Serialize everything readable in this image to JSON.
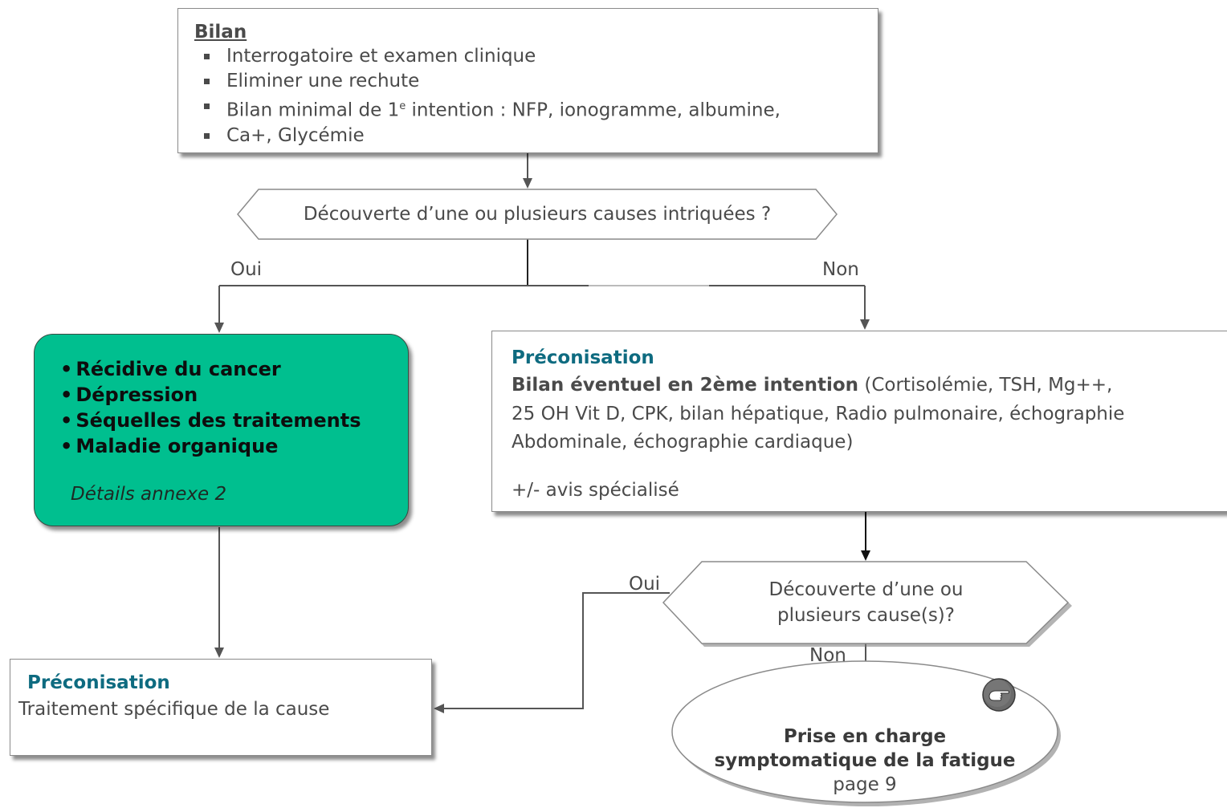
{
  "bilan": {
    "title": "Bilan",
    "items": [
      "Interrogatoire et examen clinique",
      "Eliminer une rechute",
      "Bilan minimal de 1",
      "Ca+, Glycémie"
    ],
    "item3_sup": "e",
    "item3_rest": " intention : NFP, ionogramme, albumine,"
  },
  "decision1": {
    "text": "Découverte d’une ou plusieurs causes intriquées ?"
  },
  "branch1": {
    "yes_label": "Oui",
    "no_label": "Non"
  },
  "green_box": {
    "items": [
      "Récidive du cancer",
      "Dépression",
      "Séquelles des traitements",
      "Maladie organique"
    ],
    "note": "Détails annexe 2",
    "color": "#00bf8f"
  },
  "precon_right": {
    "title": "Préconisation",
    "bold_line": "Bilan éventuel en 2ème intention",
    "line1_rest": " (Cortisolémie, TSH, Mg++,",
    "line2": "25 OH Vit D, CPK, bilan hépatique, Radio pulmonaire, échographie",
    "line3": "Abdominale, échographie  cardiaque)",
    "line4": "+/- avis spécialisé"
  },
  "decision2": {
    "line1": "Découverte d’une ou",
    "line2": "plusieurs cause(s)?",
    "yes_label": "Oui",
    "no_label": "Non"
  },
  "precon_left": {
    "title": "Préconisation",
    "text": "Traitement spécifique de la cause"
  },
  "final": {
    "line1": "Prise en charge",
    "line2": "symptomatique de la fatigue",
    "line3": "page 9",
    "icon": "pointing-hand-icon"
  },
  "colors": {
    "teal_title": "#0e6b80",
    "green_box": "#00bf8f",
    "border": "#8a8a8a"
  }
}
